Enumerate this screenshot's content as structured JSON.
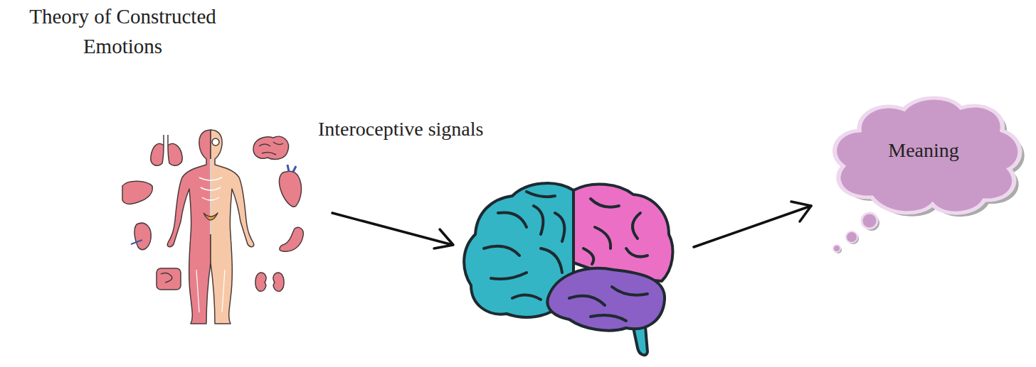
{
  "diagram": {
    "title": "Theory of Constructed Emotions",
    "nodes": [
      {
        "text": [
          "Meaning"
        ]
      }
    ],
    "labels": [
      "Interoceptive signals"
    ]
  }
}
